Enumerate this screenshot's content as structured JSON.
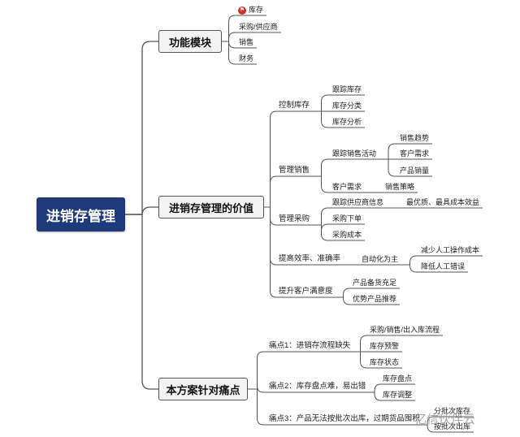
{
  "root": "进销存管理",
  "branches": [
    {
      "label": "功能模块",
      "items": [
        "库存",
        "采购/供应商",
        "销售",
        "财务"
      ],
      "flag_icon": "flag-icon"
    },
    {
      "label": "进销存管理的价值",
      "items": [
        {
          "label": "控制库存",
          "children": [
            "跟踪库存",
            "库存分类",
            "库存分析"
          ]
        },
        {
          "label": "管理销售",
          "children": [
            {
              "label": "跟踪销售活动",
              "children": [
                "销售趋势",
                "客户需求",
                "产品销量"
              ]
            },
            {
              "label": "客户需求",
              "children": [
                "销售策略"
              ]
            }
          ]
        },
        {
          "label": "管理采购",
          "children": [
            {
              "label": "跟踪供应商信息",
              "children": [
                "最优质、最具成本效益"
              ]
            },
            "采购下单",
            "采购成本"
          ]
        },
        {
          "label": "提高效率、准确率",
          "children": [
            {
              "label": "自动化为主",
              "children": [
                "减少人工操作成本",
                "降低人工错误"
              ]
            }
          ]
        },
        {
          "label": "提升客户满意度",
          "children": [
            "产品备货充足",
            "优势产品推荐"
          ]
        }
      ]
    },
    {
      "label": "本方案针对痛点",
      "items": [
        {
          "label": "痛点1：进销存流程缺失",
          "children": [
            "采购/销售/出入库流程",
            "库存预警",
            "库存状态"
          ]
        },
        {
          "label": "痛点2：库存盘点难，易出错",
          "children": [
            "库存盘点",
            "库存调整"
          ]
        },
        {
          "label": "痛点3：产品无法按批次出库，过期货品囤积",
          "children": [
            "分批次库存",
            "按批次出库"
          ]
        }
      ]
    }
  ],
  "watermark": "亿信伙伴云"
}
